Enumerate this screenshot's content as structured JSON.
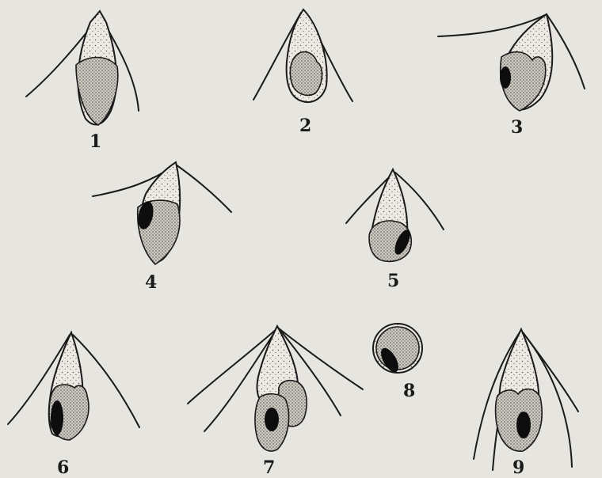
{
  "figure": {
    "panels": [
      {
        "id": "1",
        "label": "1"
      },
      {
        "id": "2",
        "label": "2"
      },
      {
        "id": "3",
        "label": "3"
      },
      {
        "id": "4",
        "label": "4"
      },
      {
        "id": "5",
        "label": "5"
      },
      {
        "id": "6",
        "label": "6"
      },
      {
        "id": "7",
        "label": "7"
      },
      {
        "id": "8",
        "label": "8"
      },
      {
        "id": "9",
        "label": "9"
      }
    ],
    "colors": {
      "paper": "#e7e5e0",
      "ink": "#1a1a1a",
      "stipple_light": "#ece9e2",
      "stipple_dark": "#c9c5bc"
    }
  }
}
